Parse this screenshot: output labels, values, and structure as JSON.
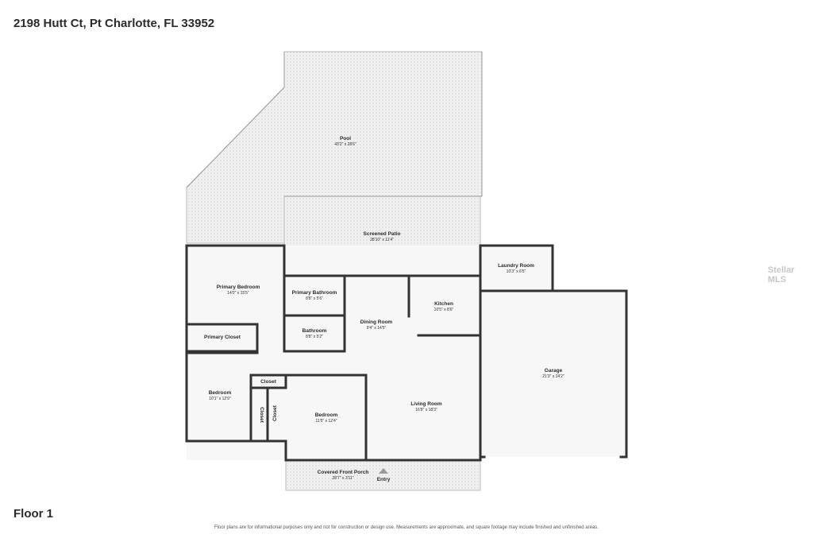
{
  "address": "2198 Hutt Ct, Pt Charlotte, FL 33952",
  "floor_label": "Floor 1",
  "disclaimer": "Floor plans are for informational purposes only and not for construction or design use. Measurements are approximate, and square footage may include finished and unfinished areas.",
  "watermark": "Stellar MLS",
  "rooms": {
    "pool": {
      "name": "Pool",
      "dims": "43'2\" x 28'6\""
    },
    "screened_patio": {
      "name": "Screened Patio",
      "dims": "28'10\" x 11'4\""
    },
    "laundry_room": {
      "name": "Laundry Room",
      "dims": "10'3\" x 6'5\""
    },
    "primary_bedroom": {
      "name": "Primary Bedroom",
      "dims": "14'0\" x 15'5\""
    },
    "primary_bathroom": {
      "name": "Primary Bathroom",
      "dims": "8'8\" x 5'6\""
    },
    "kitchen": {
      "name": "Kitchen",
      "dims": "10'5\" x 8'6\""
    },
    "dining_room": {
      "name": "Dining Room",
      "dims": "9'4\" x 14'5\""
    },
    "bathroom": {
      "name": "Bathroom",
      "dims": "8'8\" x 5'2\""
    },
    "primary_closet": {
      "name": "Primary Closet",
      "dims": ""
    },
    "garage": {
      "name": "Garage",
      "dims": "21'3\" x 24'2\""
    },
    "closet_1": {
      "name": "Closet",
      "dims": ""
    },
    "closet_2": {
      "name": "Closet",
      "dims": ""
    },
    "closet_3": {
      "name": "Closet",
      "dims": ""
    },
    "bedroom_1": {
      "name": "Bedroom",
      "dims": "10'1\" x 12'9\""
    },
    "bedroom_2": {
      "name": "Bedroom",
      "dims": "11'5\" x 12'4\""
    },
    "living_room": {
      "name": "Living Room",
      "dims": "16'8\" x 18'3\""
    },
    "covered_front_porch": {
      "name": "Covered Front Porch",
      "dims": "28'7\" x 3'11\""
    },
    "entry": {
      "name": "Entry",
      "dims": ""
    }
  },
  "colors": {
    "wall": "#333333",
    "floor": "#f4f4f4",
    "texture": "#e6e6e6"
  }
}
